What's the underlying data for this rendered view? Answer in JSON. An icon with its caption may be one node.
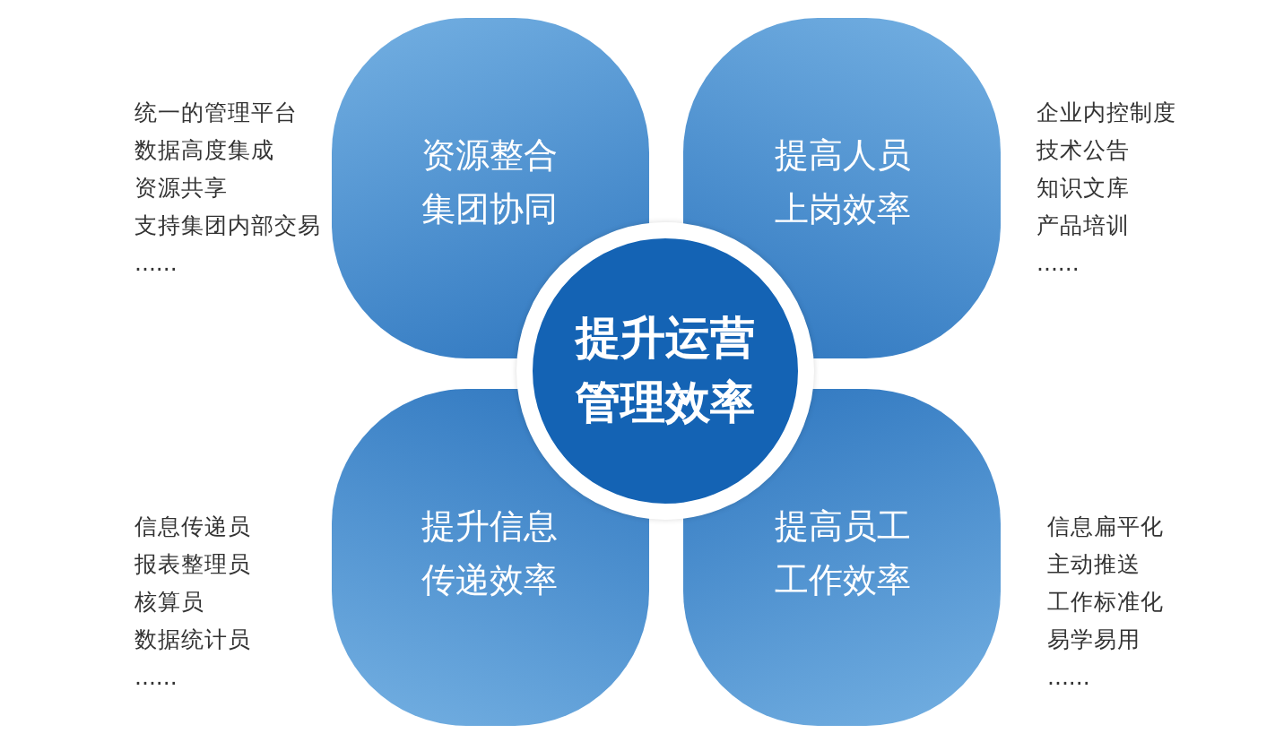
{
  "diagram": {
    "nodes": [
      {
        "text": [
          "资源整合集团协同"
        ],
        "beside": [
          "统一的管理平台",
          "数据高度集成",
          "资源共享",
          "支持集团内部交易",
          "......"
        ]
      },
      {
        "text": [
          "提高人员上岗效率"
        ],
        "beside": [
          "企业内控制度",
          "技术公告",
          "知识文库",
          "产品培训",
          "......"
        ]
      },
      {
        "text": [
          "提升运营管理效率"
        ]
      },
      {
        "text": [
          "提升信息传递效率"
        ],
        "beside": [
          "信息传递员",
          "报表整理员",
          "核算员",
          "数据统计员",
          "......"
        ]
      },
      {
        "text": [
          "提高员工工作效率"
        ],
        "beside": [
          "信息扁平化",
          "主动推送",
          "工作标准化",
          "易学易用",
          "......"
        ]
      }
    ]
  }
}
